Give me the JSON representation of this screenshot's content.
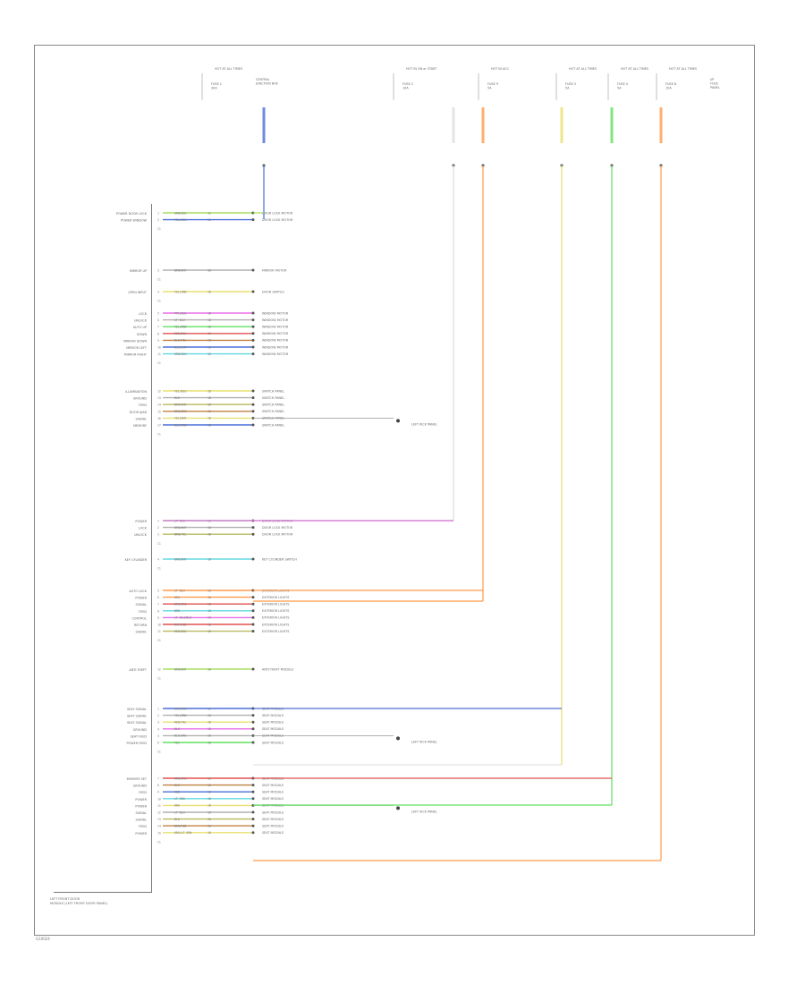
{
  "module": {
    "name": "LEFT FRONT DOOR\nMODULE (LEFT FRONT DOOR PANEL)",
    "connector_note": "C1"
  },
  "footer": {
    "code": "G10024"
  },
  "top_blocks": [
    {
      "title": "HOT AT ALL TIMES",
      "fuse": "FUSE 1\n30A",
      "location": "CENTRAL\nJUNCTION BOX"
    },
    {
      "title": "HOT IN ON or START",
      "fuse": "FUSE 2\n10A",
      "location": ""
    },
    {
      "title": "HOT IN ACC",
      "fuse": "FUSE 9\n5A",
      "location": ""
    },
    {
      "title": "HOT AT ALL TIMES",
      "fuse": "FUSE 3\n5A",
      "location": ""
    },
    {
      "title": "HOT AT ALL TIMES",
      "fuse": "FUSE 4\n5A",
      "location": ""
    },
    {
      "title": "HOT AT ALL TIMES",
      "fuse": "FUSE 8\n15A",
      "location": "I/P\nFUSE\nPANEL"
    }
  ],
  "groups": [
    {
      "labels": [
        "POWER DOOR LOCK",
        "POWER WINDOW"
      ],
      "rows": [
        {
          "pin": "1",
          "color": "GRN/BLK",
          "size": "12"
        },
        {
          "pin": "2",
          "color": "YEL/BLK",
          "size": "12"
        }
      ],
      "dest": "DOOR LOCK MOTOR"
    },
    {
      "labels": [
        "MIRROR UP"
      ],
      "rows": [
        {
          "pin": "3",
          "color": "BRN/WHT",
          "size": "18"
        }
      ],
      "dest": "MIRROR MOTOR"
    },
    {
      "labels": [
        "OPEN INPUT"
      ],
      "rows": [
        {
          "pin": "4",
          "color": "YEL/GRN",
          "size": "18"
        }
      ],
      "dest": "DOOR SWITCH"
    },
    {
      "labels": [
        "LOCK",
        "UNLOCK",
        "AUTO UP",
        "DOWN",
        "MIRROR DOWN",
        "MIRROR LEFT",
        "MIRROR RIGHT"
      ],
      "rows": [
        {
          "pin": "5",
          "color": "PPL/BLK",
          "size": "18"
        },
        {
          "pin": "6",
          "color": "LT BLU",
          "size": "18"
        },
        {
          "pin": "7",
          "color": "YEL/BRN",
          "size": "18"
        },
        {
          "pin": "8",
          "color": "RED/BLK",
          "size": "18"
        },
        {
          "pin": "9",
          "color": "BLK/YEL",
          "size": "18"
        },
        {
          "pin": "10",
          "color": "BLU/WHT",
          "size": "18"
        },
        {
          "pin": "11",
          "color": "GRN/BLU",
          "size": "18"
        }
      ],
      "dest": "WINDOW MOTOR"
    },
    {
      "labels": [
        "ILLUMINATION",
        "GROUND",
        "FEED",
        "DOOR AJAR",
        "SIGNAL",
        "MEMORY"
      ],
      "rows": [
        {
          "pin": "12",
          "color": "YEL/BLU",
          "size": "18"
        },
        {
          "pin": "13",
          "color": "BLK",
          "size": "18"
        },
        {
          "pin": "14",
          "color": "BRN/WHT",
          "size": "18"
        },
        {
          "pin": "15",
          "color": "BRN/ORG",
          "size": "18"
        },
        {
          "pin": "16",
          "color": "YEL/WHT",
          "size": "18"
        },
        {
          "pin": "17",
          "color": "BLU/GRN",
          "size": "18"
        }
      ],
      "dest": "SWITCH PANEL",
      "ground": "LEFT KICK PANEL"
    },
    {
      "labels": [
        "POWER",
        "LOCK",
        "UNLOCK"
      ],
      "rows": [
        {
          "pin": "1",
          "color": "LT GRN",
          "size": "18"
        },
        {
          "pin": "2",
          "color": "BRN/WHT",
          "size": "18"
        },
        {
          "pin": "3",
          "color": "BRN/YEL",
          "size": "18"
        }
      ],
      "dest": "DOOR LOCK MOTOR"
    },
    {
      "labels": [
        "KEY CYLINDER"
      ],
      "rows": [
        {
          "pin": "4",
          "color": "BRN/WHT",
          "size": "18"
        }
      ],
      "dest": "KEY CYLINDER SWITCH"
    },
    {
      "labels": [
        "AUTO LOCK",
        "POWER",
        "SIGNAL",
        "FEED",
        "CONTROL",
        "RETURN",
        "SIGNAL"
      ],
      "rows": [
        {
          "pin": "5",
          "color": "LT BLU",
          "size": "18"
        },
        {
          "pin": "6",
          "color": "ORG",
          "size": "18"
        },
        {
          "pin": "7",
          "color": "BRN/ORG",
          "size": "18"
        },
        {
          "pin": "8",
          "color": "BRN",
          "size": "18"
        },
        {
          "pin": "9",
          "color": "LT BLU/BLK",
          "size": "18"
        },
        {
          "pin": "10",
          "color": "WHT/RED",
          "size": "18"
        },
        {
          "pin": "11",
          "color": "RED/BLK",
          "size": "18"
        }
      ],
      "dest": "EXTERIOR LIGHTS"
    },
    {
      "labels": [
        "ANTI-THEFT"
      ],
      "rows": [
        {
          "pin": "12",
          "color": "BRN/WHT",
          "size": "18"
        }
      ],
      "dest": "ANTI-THEFT MODULE"
    },
    {
      "labels": [
        "SEAT SIGNAL",
        "SEAT SIGNAL",
        "SEAT SIGNAL",
        "GROUND",
        "SEAT FEED",
        "POWER FEED"
      ],
      "rows": [
        {
          "pin": "1",
          "color": "ORG/BRN",
          "size": "18"
        },
        {
          "pin": "2",
          "color": "YEL/BRN",
          "size": "18"
        },
        {
          "pin": "3",
          "color": "RED/YEL",
          "size": "18"
        },
        {
          "pin": "4",
          "color": "BLK",
          "size": "18"
        },
        {
          "pin": "5",
          "color": "BLU/ORG",
          "size": "18"
        },
        {
          "pin": "6",
          "color": "YEL",
          "size": "18"
        }
      ],
      "dest": "SEAT MODULE",
      "ground": "LEFT KICK PANEL"
    },
    {
      "labels": [
        "MEMORY SET",
        "GROUND",
        "FEED",
        "POWER",
        "POWER",
        "SIGNAL",
        "SIGNAL",
        "FEED",
        "POWER"
      ],
      "rows": [
        {
          "pin": "7",
          "color": "GRN/ORG",
          "size": "18"
        },
        {
          "pin": "8",
          "color": "BLK",
          "size": "18"
        },
        {
          "pin": "9",
          "color": "RED",
          "size": "18"
        },
        {
          "pin": "10",
          "color": "LT GRN",
          "size": "18"
        },
        {
          "pin": "11",
          "color": "ORG",
          "size": "18"
        },
        {
          "pin": "12",
          "color": "LT BLU",
          "size": "18"
        },
        {
          "pin": "13",
          "color": "BLU",
          "size": "18"
        },
        {
          "pin": "14",
          "color": "BRN/RED",
          "size": "18"
        },
        {
          "pin": "15",
          "color": "ORG/LT GRN",
          "size": "18"
        }
      ],
      "dest": "SEAT MODULE",
      "ground": "LEFT KICK PANEL"
    }
  ],
  "wire_colors": {
    "blue": "#4a6fd8",
    "red": "#e05050",
    "orange": "#ff9a4a",
    "pink": "#e86ee8",
    "lime": "#a8e060",
    "green": "#60e060",
    "yellow": "#e8e070",
    "cyan": "#60d8e0",
    "brown": "#c08040",
    "gray": "#b0b0b0",
    "olive": "#b8b860"
  }
}
